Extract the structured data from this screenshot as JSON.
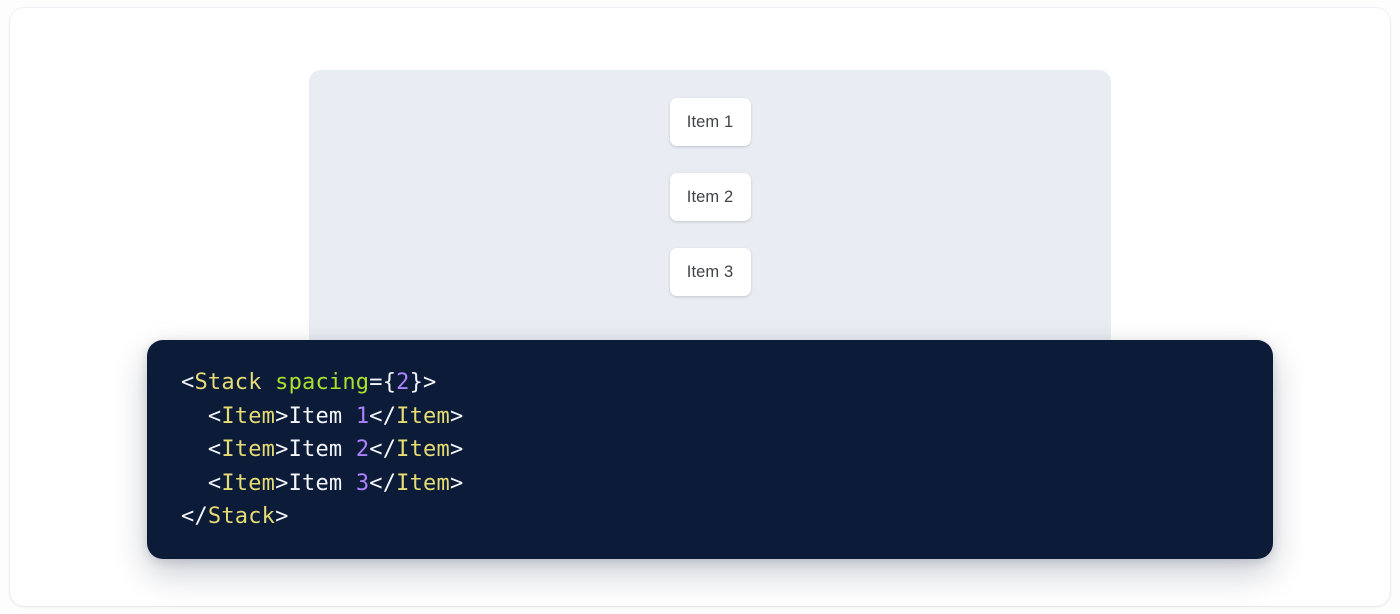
{
  "colors": {
    "page_background": "#fdfdfe",
    "card_background": "#ffffff",
    "preview_panel": "#e9ecf2",
    "code_background": "#0c1c38",
    "code_plain": "#f4f6fb",
    "code_tag": "#e6db74",
    "code_attr": "#a6e22e",
    "code_number": "#ae81ff",
    "item_text": "#3f4449",
    "item_background": "#ffffff"
  },
  "preview": {
    "component": "Stack",
    "spacing": "2",
    "items": [
      {
        "label": "Item 1"
      },
      {
        "label": "Item 2"
      },
      {
        "label": "Item 3"
      }
    ]
  },
  "code": {
    "language": "jsx",
    "lines": [
      {
        "indent": "",
        "tokens": [
          {
            "type": "plain",
            "text": "<"
          },
          {
            "type": "tag",
            "text": "Stack"
          },
          {
            "type": "plain",
            "text": " "
          },
          {
            "type": "attr",
            "text": "spacing"
          },
          {
            "type": "plain",
            "text": "={"
          },
          {
            "type": "num",
            "text": "2"
          },
          {
            "type": "plain",
            "text": "}>"
          }
        ]
      },
      {
        "indent": "  ",
        "tokens": [
          {
            "type": "plain",
            "text": "<"
          },
          {
            "type": "tag",
            "text": "Item"
          },
          {
            "type": "plain",
            "text": ">"
          },
          {
            "type": "text",
            "text": "Item "
          },
          {
            "type": "num",
            "text": "1"
          },
          {
            "type": "plain",
            "text": "</"
          },
          {
            "type": "tag",
            "text": "Item"
          },
          {
            "type": "plain",
            "text": ">"
          }
        ]
      },
      {
        "indent": "  ",
        "tokens": [
          {
            "type": "plain",
            "text": "<"
          },
          {
            "type": "tag",
            "text": "Item"
          },
          {
            "type": "plain",
            "text": ">"
          },
          {
            "type": "text",
            "text": "Item "
          },
          {
            "type": "num",
            "text": "2"
          },
          {
            "type": "plain",
            "text": "</"
          },
          {
            "type": "tag",
            "text": "Item"
          },
          {
            "type": "plain",
            "text": ">"
          }
        ]
      },
      {
        "indent": "  ",
        "tokens": [
          {
            "type": "plain",
            "text": "<"
          },
          {
            "type": "tag",
            "text": "Item"
          },
          {
            "type": "plain",
            "text": ">"
          },
          {
            "type": "text",
            "text": "Item "
          },
          {
            "type": "num",
            "text": "3"
          },
          {
            "type": "plain",
            "text": "</"
          },
          {
            "type": "tag",
            "text": "Item"
          },
          {
            "type": "plain",
            "text": ">"
          }
        ]
      },
      {
        "indent": "",
        "tokens": [
          {
            "type": "plain",
            "text": "</"
          },
          {
            "type": "tag",
            "text": "Stack"
          },
          {
            "type": "plain",
            "text": ">"
          }
        ]
      }
    ]
  }
}
